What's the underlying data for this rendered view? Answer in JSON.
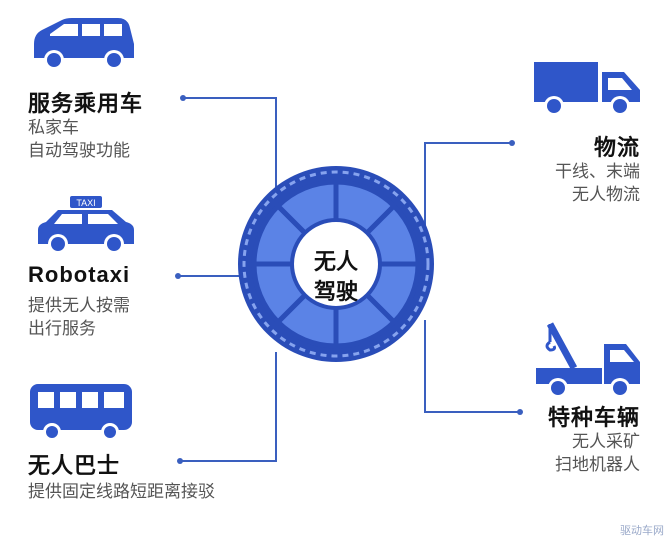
{
  "center": {
    "line1": "无人",
    "line2": "驾驶"
  },
  "left": [
    {
      "title": "服务乘用车",
      "lines": [
        "私家车",
        "自动驾驶功能"
      ],
      "icon": "minivan-icon"
    },
    {
      "title": "Robotaxi",
      "lines": [
        "提供无人按需",
        "出行服务"
      ],
      "icon": "taxi-icon",
      "badge": "TAXI"
    },
    {
      "title": "无人巴士",
      "lines": [
        "提供固定线路短距离接驳"
      ],
      "icon": "bus-icon"
    }
  ],
  "right": [
    {
      "title": "物流",
      "lines": [
        "干线、末端",
        "无人物流"
      ],
      "icon": "delivery-truck-icon"
    },
    {
      "title": "特种车辆",
      "lines": [
        "无人采矿",
        "扫地机器人"
      ],
      "icon": "tow-truck-icon"
    }
  ],
  "watermark": "驱动车网",
  "colors": {
    "accent": "#2f56c9",
    "line": "#3a5fbf",
    "hub_dark": "#2a4db8",
    "hub_light": "#5b83e6"
  }
}
